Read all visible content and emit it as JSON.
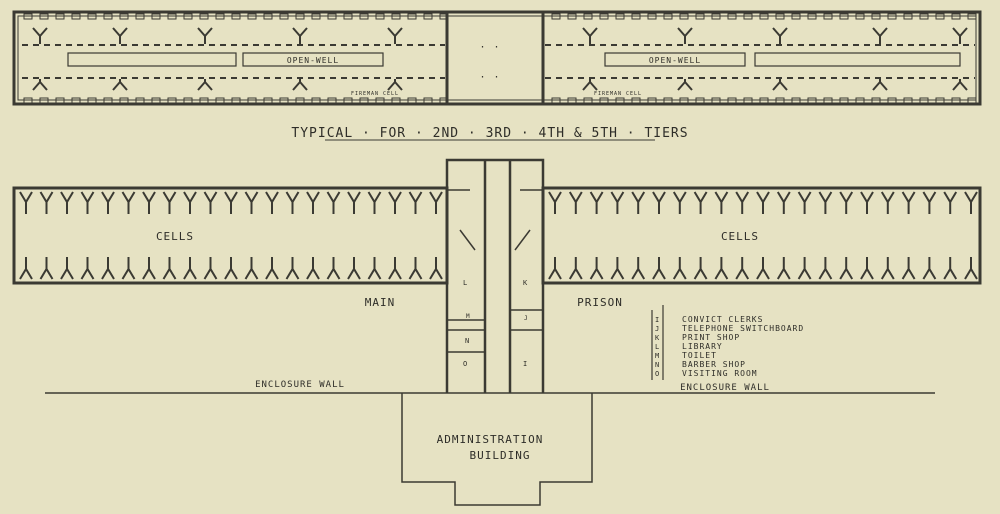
{
  "upper_plan": {
    "open_well_labels": [
      "OPEN-WELL",
      "OPEN-WELL"
    ],
    "fireman_cell_labels": [
      "FIREMAN CELL",
      "FIREMAN CELL"
    ],
    "caption": "TYPICAL · FOR · 2ND · 3RD · 4TH & 5TH · TIERS"
  },
  "ground_plan": {
    "cells_labels": [
      "CELLS",
      "CELLS"
    ],
    "main_label": "MAIN",
    "prison_label": "PRISON",
    "room_letters": [
      "L",
      "K",
      "M",
      "J",
      "N",
      "O",
      "I"
    ],
    "enclosure_wall_labels": [
      "ENCLOSURE WALL",
      "ENCLOSURE WALL"
    ],
    "admin_line1": "ADMINISTRATION",
    "admin_line2": "BUILDING"
  },
  "legend": {
    "items": [
      {
        "letter": "I",
        "label": "CONVICT CLERKS"
      },
      {
        "letter": "J",
        "label": "TELEPHONE SWITCHBOARD"
      },
      {
        "letter": "K",
        "label": "PRINT SHOP"
      },
      {
        "letter": "L",
        "label": "LIBRARY"
      },
      {
        "letter": "M",
        "label": "TOILET"
      },
      {
        "letter": "N",
        "label": "BARBER SHOP"
      },
      {
        "letter": "O",
        "label": "VISITING ROOM"
      }
    ]
  },
  "colors": {
    "paper": "#e6e2c3",
    "ink": "#3b3a33"
  }
}
